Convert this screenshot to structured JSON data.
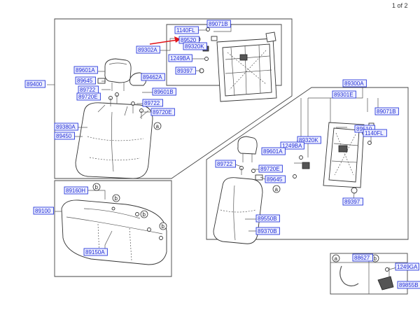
{
  "page": {
    "indicator": "1 of 2"
  },
  "labels": {
    "p89071B_a": "89071B",
    "p1140FL_a": "1140FL",
    "p89520": "89520",
    "p89302A": "89302A",
    "p89320K_a": "89320K",
    "p1249BA_a": "1249BA",
    "p89397_a": "89397",
    "p89601A_a": "89601A",
    "p89462A": "89462A",
    "p89400": "89400",
    "p89645_a": "89645",
    "p89722_a": "89722",
    "p89601B": "89601B",
    "p89720E_a": "89720E",
    "p89722_b": "89722",
    "p89720E_b": "89720E",
    "p89380A": "89380A",
    "p89450": "89450",
    "p89300A": "89300A",
    "p89301E": "89301E",
    "p89071B_b": "89071B",
    "p89510": "89510",
    "p1140FL_b": "1140FL",
    "p89320K_b": "89320K",
    "p1249BA_b": "1249BA",
    "p89601A_b": "89601A",
    "p89722_c": "89722",
    "p89720E_c": "89720E",
    "p89645_b": "89645",
    "p89397_b": "89397",
    "p89550B": "89550B",
    "p89370B": "89370B",
    "p89160H": "89160H",
    "p89100": "89100",
    "p89150A": "89150A",
    "p88627": "88627",
    "p1249GA": "1249GA",
    "p89855B": "89855B"
  },
  "callouts": {
    "a": "a",
    "b": "b"
  },
  "colors": {
    "label_text": "#1f2bd6",
    "label_border": "#2b3bdc",
    "label_fill": "#eef0ff",
    "arrow": "#e0141a"
  },
  "icons": {
    "arrow": "red-arrow-icon"
  }
}
